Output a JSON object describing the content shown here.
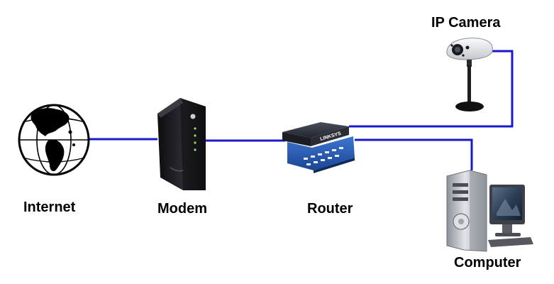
{
  "labels": {
    "internet": "Internet",
    "modem": "Modem",
    "router": "Router",
    "ip_camera": "IP Camera",
    "computer": "Computer"
  },
  "router_brand": "LINKSYS",
  "colors": {
    "cable": "#1a1acc",
    "background": "#ffffff",
    "device_dark": "#1e1e22",
    "router_blue": "#2a5fb8",
    "camera_body": "#e6e8ec",
    "pc_silver": "#b9bcc2"
  },
  "icons": [
    "globe-icon",
    "modem-icon",
    "router-icon",
    "ip-camera-icon",
    "computer-icon"
  ]
}
